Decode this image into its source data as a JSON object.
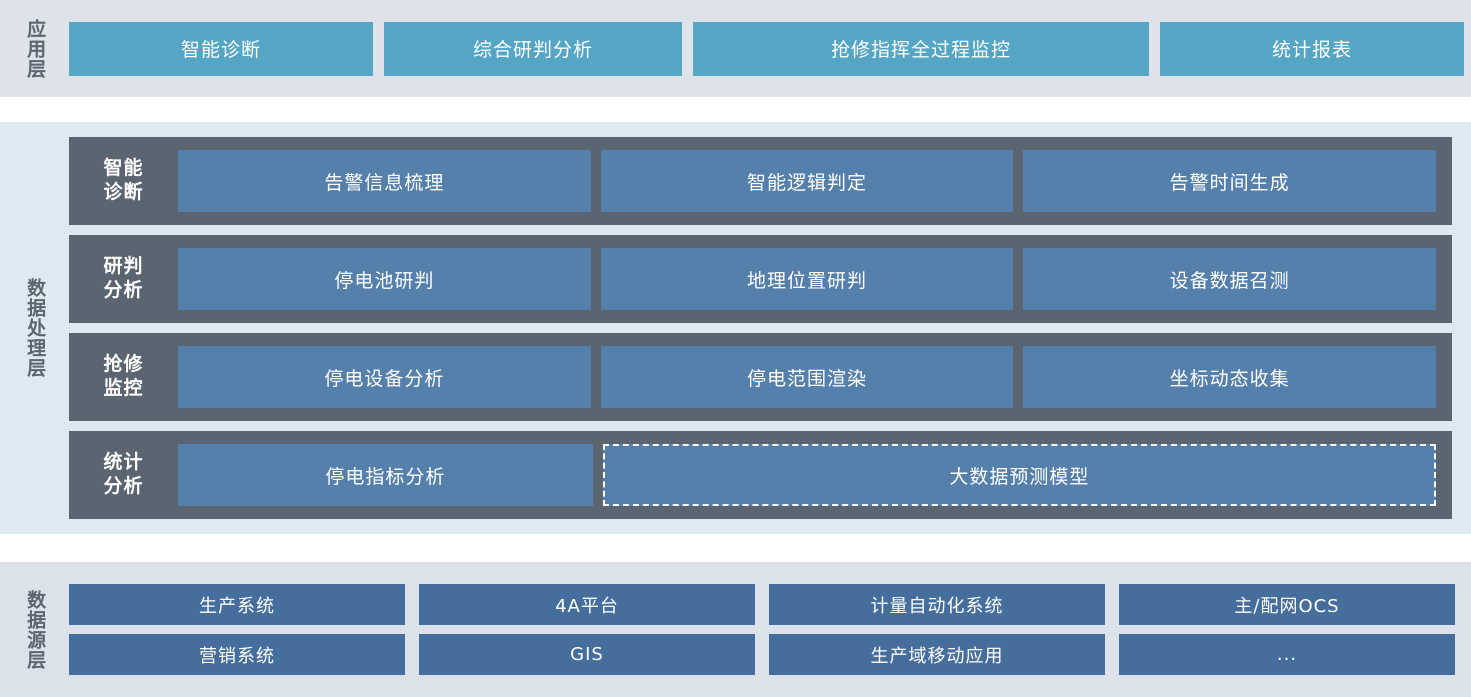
{
  "layers": [
    {
      "id": "application",
      "label": "应用层",
      "accent": "#55a5c4",
      "cards": [
        {
          "label": "智能诊断"
        },
        {
          "label": "综合研判分析"
        },
        {
          "label": "抢修指挥全过程监控"
        },
        {
          "label": "统计报表"
        }
      ]
    },
    {
      "id": "data-processing",
      "label": "数据处理层",
      "accent": "#5b6471",
      "cell_accent": "#5580ab",
      "rows": [
        {
          "label": "智能\n诊断",
          "cells": [
            {
              "label": "告警信息梳理",
              "dashed": false
            },
            {
              "label": "智能逻辑判定",
              "dashed": false
            },
            {
              "label": "告警时间生成",
              "dashed": false
            }
          ]
        },
        {
          "label": "研判\n分析",
          "cells": [
            {
              "label": "停电池研判",
              "dashed": false
            },
            {
              "label": "地理位置研判",
              "dashed": false
            },
            {
              "label": "设备数据召测",
              "dashed": false
            }
          ]
        },
        {
          "label": "抢修\n监控",
          "cells": [
            {
              "label": "停电设备分析",
              "dashed": false
            },
            {
              "label": "停电范围渲染",
              "dashed": false
            },
            {
              "label": "坐标动态收集",
              "dashed": false
            }
          ]
        },
        {
          "label": "统计\n分析",
          "cells": [
            {
              "label": "停电指标分析",
              "dashed": false
            },
            {
              "label": "大数据预测模型",
              "dashed": true
            }
          ]
        }
      ]
    },
    {
      "id": "data-source",
      "label": "数据源层",
      "accent": "#456e9c",
      "rows": [
        [
          {
            "label": "生产系统"
          },
          {
            "label": "4A平台"
          },
          {
            "label": "计量自动化系统"
          },
          {
            "label": "主/配网OCS"
          }
        ],
        [
          {
            "label": "营销系统"
          },
          {
            "label": "GIS"
          },
          {
            "label": "生产域移动应用"
          },
          {
            "label": "..."
          }
        ]
      ]
    }
  ]
}
